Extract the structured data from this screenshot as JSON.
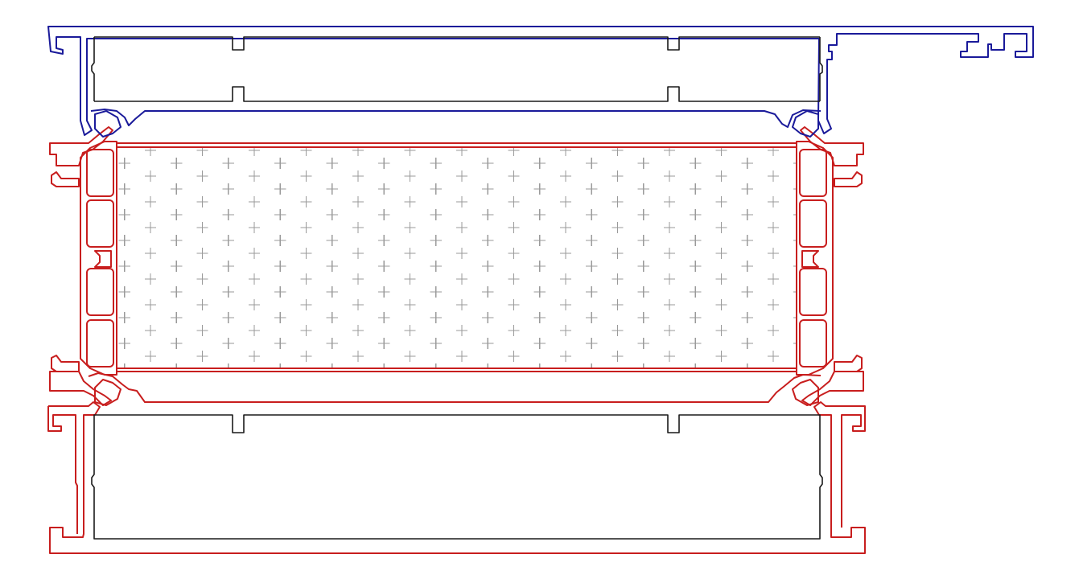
{
  "colors": {
    "top_profile": "#1a1a9a",
    "bottom_profile": "#c81e1e",
    "inner_profile": "#1a1a1a",
    "insulation_hatch": "#9a9a9a",
    "seal_hatch": "#b0b0b0",
    "background": "#ffffff"
  },
  "components": [
    {
      "id": "top-frame-profile",
      "color_key": "top_profile"
    },
    {
      "id": "top-chamber",
      "color_key": "inner_profile"
    },
    {
      "id": "bottom-frame-profile",
      "color_key": "bottom_profile"
    },
    {
      "id": "bottom-chamber",
      "color_key": "inner_profile"
    },
    {
      "id": "left-spacer-profile",
      "color_key": "bottom_profile"
    },
    {
      "id": "right-spacer-profile",
      "color_key": "bottom_profile"
    },
    {
      "id": "insulation-panel",
      "color_key": "bottom_profile"
    },
    {
      "id": "insulation-fill",
      "color_key": "insulation_hatch"
    },
    {
      "id": "gasket-seals",
      "color_key": "seal_hatch"
    }
  ]
}
